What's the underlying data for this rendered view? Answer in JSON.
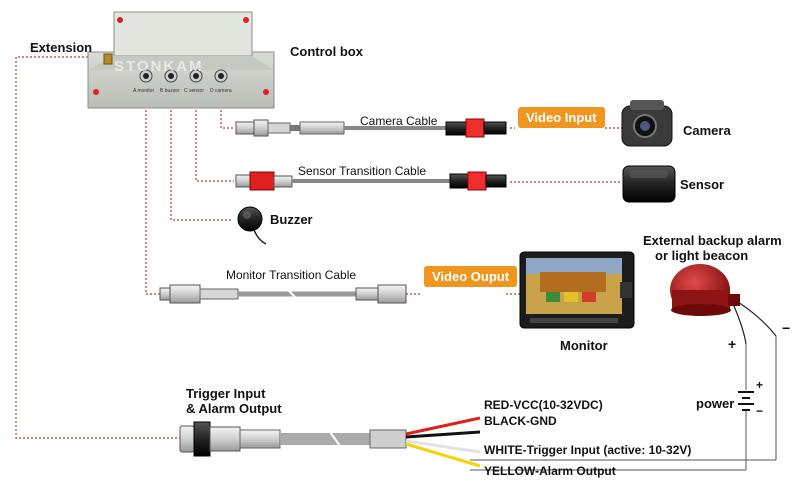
{
  "labels": {
    "extension": "Extension",
    "control_box": "Control box",
    "camera_cable": "Camera Cable",
    "video_input": "Video Input",
    "camera": "Camera",
    "sensor_cable": "Sensor Transition Cable",
    "sensor": "Sensor",
    "buzzer": "Buzzer",
    "alarm_title_1": "External backup alarm",
    "alarm_title_2": "or light beacon",
    "monitor_cable": "Monitor Transition Cable",
    "video_output": "Video Ouput",
    "monitor": "Monitor",
    "power": "power",
    "trigger_1": "Trigger Input",
    "trigger_2": "& Alarm Output",
    "red_wire": "RED-VCC(10-32VDC)",
    "black_wire": "BLACK-GND",
    "white_wire": "WHITE-Trigger Input (active: 10-32V)",
    "yellow_wire": "YELLOW-Alarm Output",
    "brand": "STONKAM",
    "port_a": "A monitor",
    "port_b": "B buzzer",
    "port_c": "C sensor",
    "port_d": "D camera",
    "plus": "+",
    "minus": "−"
  },
  "colors": {
    "accent_badge": "#f0961e",
    "dotted_line": "#c0392b",
    "wire_red": "#e31e1e",
    "wire_black": "#111111",
    "wire_white": "#f2f2f2",
    "wire_yellow": "#f5d20a"
  }
}
